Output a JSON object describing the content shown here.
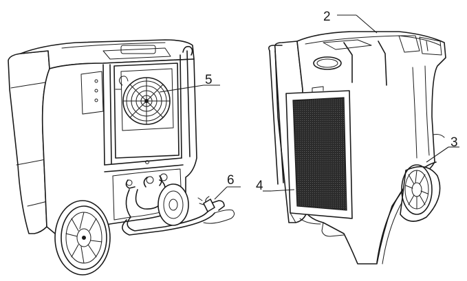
{
  "callouts": [
    {
      "id": "1",
      "label": "2"
    },
    {
      "id": "2",
      "label": "3"
    },
    {
      "id": "3",
      "label": "4"
    },
    {
      "id": "4",
      "label": "5"
    },
    {
      "id": "5",
      "label": "6"
    }
  ],
  "colors": {
    "line": "#1a1a1a",
    "filter_fill": "#2b2b2b",
    "background": "#ffffff"
  }
}
